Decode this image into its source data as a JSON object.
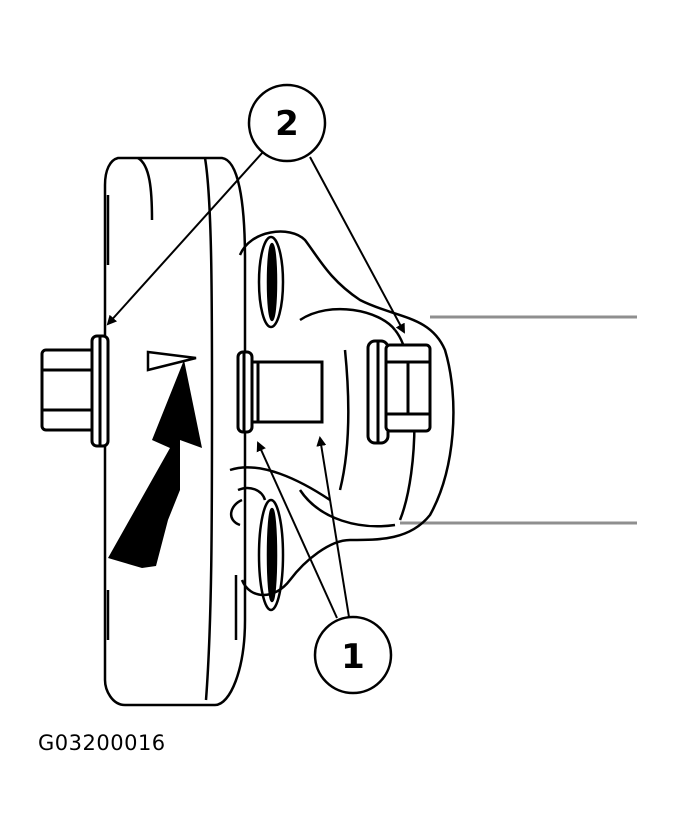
{
  "diagram": {
    "callouts": [
      {
        "id": "callout-1",
        "label": "1"
      },
      {
        "id": "callout-2",
        "label": "2"
      }
    ],
    "figure_code": "G03200016",
    "colors": {
      "line": "#000000",
      "background": "#ffffff",
      "shaft_lines": "#9a9a9a"
    }
  }
}
